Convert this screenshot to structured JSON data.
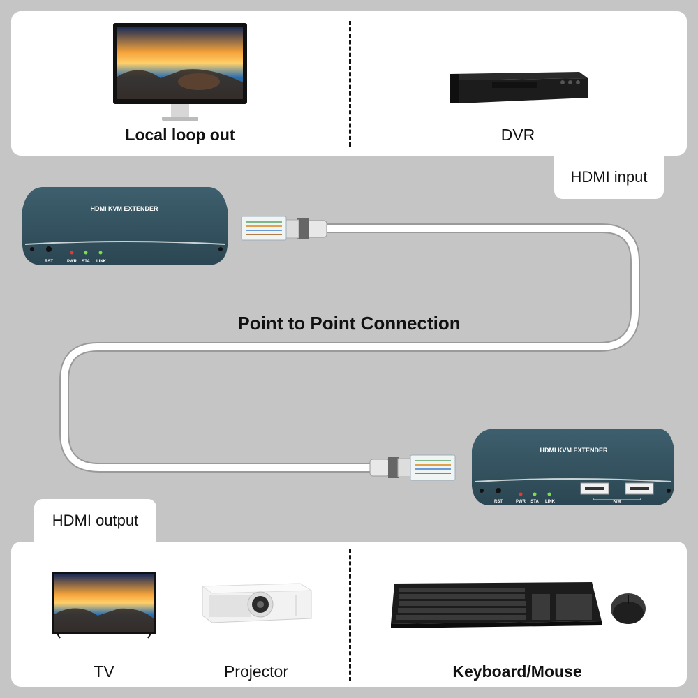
{
  "top": {
    "left_label": "Local loop out",
    "right_label": "DVR"
  },
  "tabs": {
    "hdmi_input": "HDMI input",
    "hdmi_output": "HDMI output"
  },
  "connection_title": "Point to Point Connection",
  "devices": {
    "extender_name": "HDMI KVM EXTENDER",
    "leds": [
      "RST",
      "PWR",
      "STA",
      "LINK"
    ],
    "km_label": "K/M"
  },
  "bottom": {
    "tv_label": "TV",
    "projector_label": "Projector",
    "kbm_label": "Keyboard/Mouse"
  },
  "colors": {
    "background": "#c5c5c5",
    "panel": "#ffffff",
    "extender_body": "#355361",
    "cable": "#ffffff"
  }
}
